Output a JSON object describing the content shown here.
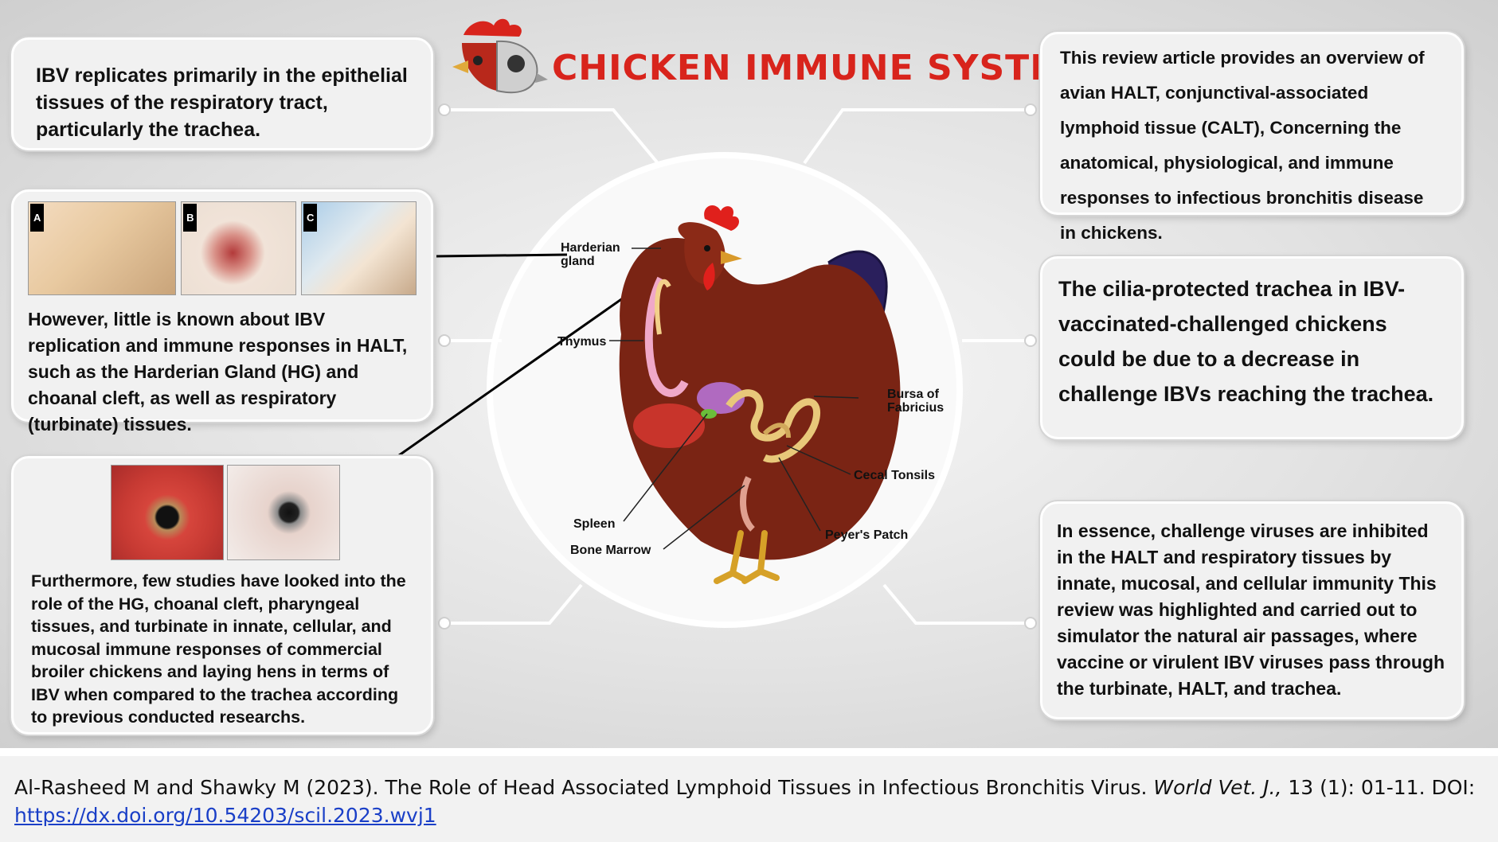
{
  "title": "CHICKEN IMMUNE SYSTEM",
  "boxes": {
    "top_left": "IBV replicates primarily in the epithelial tissues of the respiratory tract, particularly the trachea.",
    "middle_left": "However, little is known about IBV replication and immune responses in HALT, such as the Harderian Gland (HG) and choanal cleft, as well as respiratory (turbinate) tissues.",
    "bottom_left": "Furthermore, few studies have looked into the role of the HG, choanal cleft, pharyngeal tissues, and turbinate in innate, cellular, and mucosal immune responses of commercial broiler chickens and laying hens in terms of IBV when compared to the trachea according to previous conducted researchs.",
    "top_right": "This review article provides an overview of avian HALT, conjunctival-associated lymphoid tissue (CALT), Concerning the anatomical, physiological, and immune responses to infectious bronchitis disease in chickens.",
    "middle_right": "The cilia-protected trachea in IBV-vaccinated-challenged chickens could be due to a decrease in challenge IBVs reaching the trachea.",
    "bottom_right": "In essence, challenge viruses are inhibited in the HALT and respiratory tissues by innate, mucosal, and cellular immunity This review was highlighted and carried out to simulator the natural air passages, where vaccine or virulent IBV viruses pass through the turbinate, HALT, and trachea."
  },
  "photo_tags": [
    "A",
    "B",
    "C"
  ],
  "anatomy_labels": {
    "harderian": [
      "Harderian",
      "gland"
    ],
    "thymus": "Thymus",
    "bursa": [
      "Bursa of",
      "Fabricius"
    ],
    "cecal": "Cecal Tonsils",
    "spleen": "Spleen",
    "bone_marrow": "Bone Marrow",
    "peyers": "Peyer's Patch"
  },
  "caption": {
    "text": "Al-Rasheed M and Shawky M (2023). The Role of Head Associated Lymphoid Tissues in Infectious Bronchitis Virus. ",
    "journal": "World Vet. J.,",
    "tail": " 13 (1): 01-11. DOI:",
    "link": "https://dx.doi.org/10.54203/scil.2023.wvj1"
  },
  "colors": {
    "title_red": "#d8241c",
    "hen_body": "#7a2414",
    "comb": "#e0201c",
    "link_blue": "#1a3fc7"
  }
}
